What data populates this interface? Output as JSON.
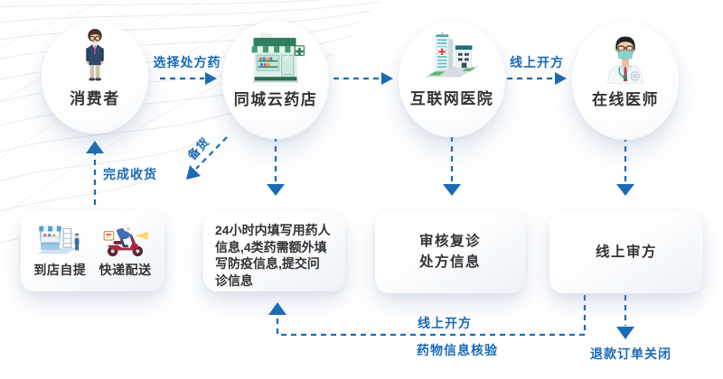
{
  "palette": {
    "accent": "#1a6ab5",
    "text_dark": "#333333",
    "card_tint": "#edf2f8"
  },
  "flow_nodes": [
    {
      "id": "consumer",
      "label": "消费者"
    },
    {
      "id": "cloud_pharmacy",
      "label": "同城云药店"
    },
    {
      "id": "internet_hospital",
      "label": "互联网医院"
    },
    {
      "id": "online_doctor",
      "label": "在线医师"
    }
  ],
  "edge_labels": {
    "choose_rx": "选择处方药",
    "online_prescribe_top": "线上开方",
    "complete_receipt": "完成收货",
    "stock_up": "备货",
    "online_prescribe_return": "线上开方",
    "drug_info_verify": "药物信息核验",
    "refund_order_closed": "退款订单关闭"
  },
  "cards": {
    "fulfillment": {
      "options": [
        {
          "label": "到店自提"
        },
        {
          "label": "快递配送"
        }
      ]
    },
    "fill_info": {
      "text": "24小时内填写用药人\n信息,4类药需额外填\n写防疫信息,提交问\n诊信息"
    },
    "review": {
      "text": "审核复诊\n处方信息"
    },
    "approve": {
      "text": "线上审方"
    }
  }
}
